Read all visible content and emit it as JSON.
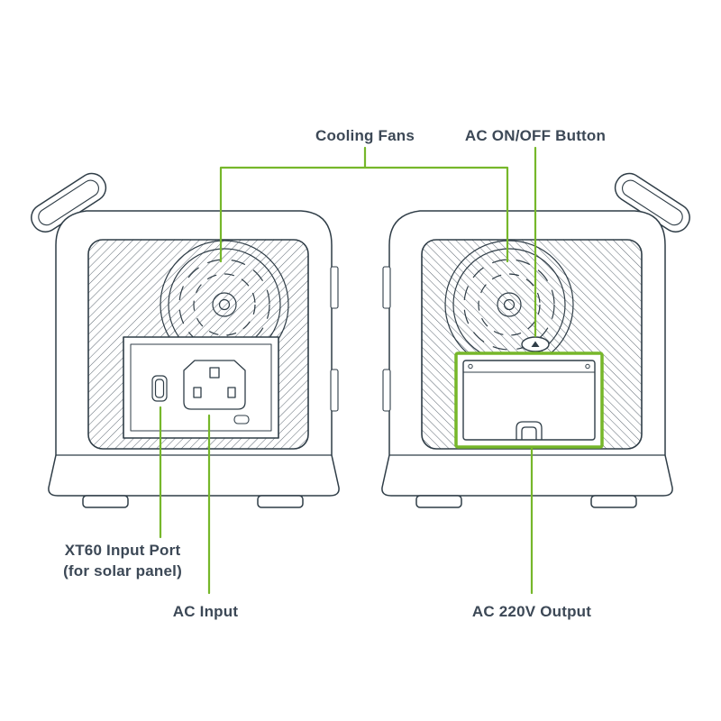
{
  "figure": {
    "type": "product-annotation-diagram",
    "views": [
      "rear-view-left-unit",
      "rear-view-right-unit"
    ]
  },
  "callouts": {
    "cooling_fans": {
      "label": "Cooling Fans"
    },
    "ac_on_off": {
      "label": "AC ON/OFF Button"
    },
    "xt60_input": {
      "label_line1": "XT60 Input Port",
      "label_line2": "(for solar panel)"
    },
    "ac_input": {
      "label": "AC Input"
    },
    "ac_220v_output": {
      "label": "AC 220V Output"
    }
  },
  "colors": {
    "background": "#ffffff",
    "callout_green": "#76b72a",
    "label_text": "#3c4856",
    "device_outline": "#2f3d47",
    "hatch": "#4a5762"
  }
}
